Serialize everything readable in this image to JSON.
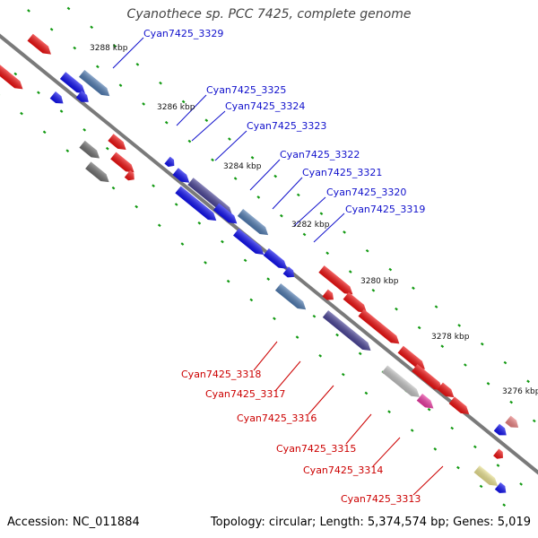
{
  "title": "Cyanothece sp. PCC 7425, complete genome",
  "footer": {
    "accession": "Accession: NC_011884",
    "topology": "Topology: circular; Length: 5,374,574 bp; Genes: 5,019"
  },
  "colors": {
    "blue": "#1010ee",
    "red": "#ee1010",
    "slate": "#4a4496",
    "steel": "#4f7ab0",
    "gray": "#707070",
    "green": "#33bb33",
    "olive": "#6b8a1a",
    "pink": "#e83aa0",
    "salmon": "#e88080",
    "khaki": "#e8e090",
    "silver": "#c0c0c0",
    "blue_label": "#1111cc",
    "red_label": "#cc0000",
    "tick": "#119911",
    "backbone": "#7a7a7a"
  },
  "kbp_markers": [
    "3288 kbp",
    "3286 kbp",
    "3284 kbp",
    "3282 kbp",
    "3280 kbp",
    "3278 kbp",
    "3276 kbp"
  ],
  "blue_labels": [
    "Cyan7425_3329",
    "Cyan7425_3325",
    "Cyan7425_3324",
    "Cyan7425_3323",
    "Cyan7425_3322",
    "Cyan7425_3321",
    "Cyan7425_3320",
    "Cyan7425_3319"
  ],
  "red_labels": [
    "Cyan7425_3318",
    "Cyan7425_3317",
    "Cyan7425_3316",
    "Cyan7425_3315",
    "Cyan7425_3314",
    "Cyan7425_3313"
  ]
}
